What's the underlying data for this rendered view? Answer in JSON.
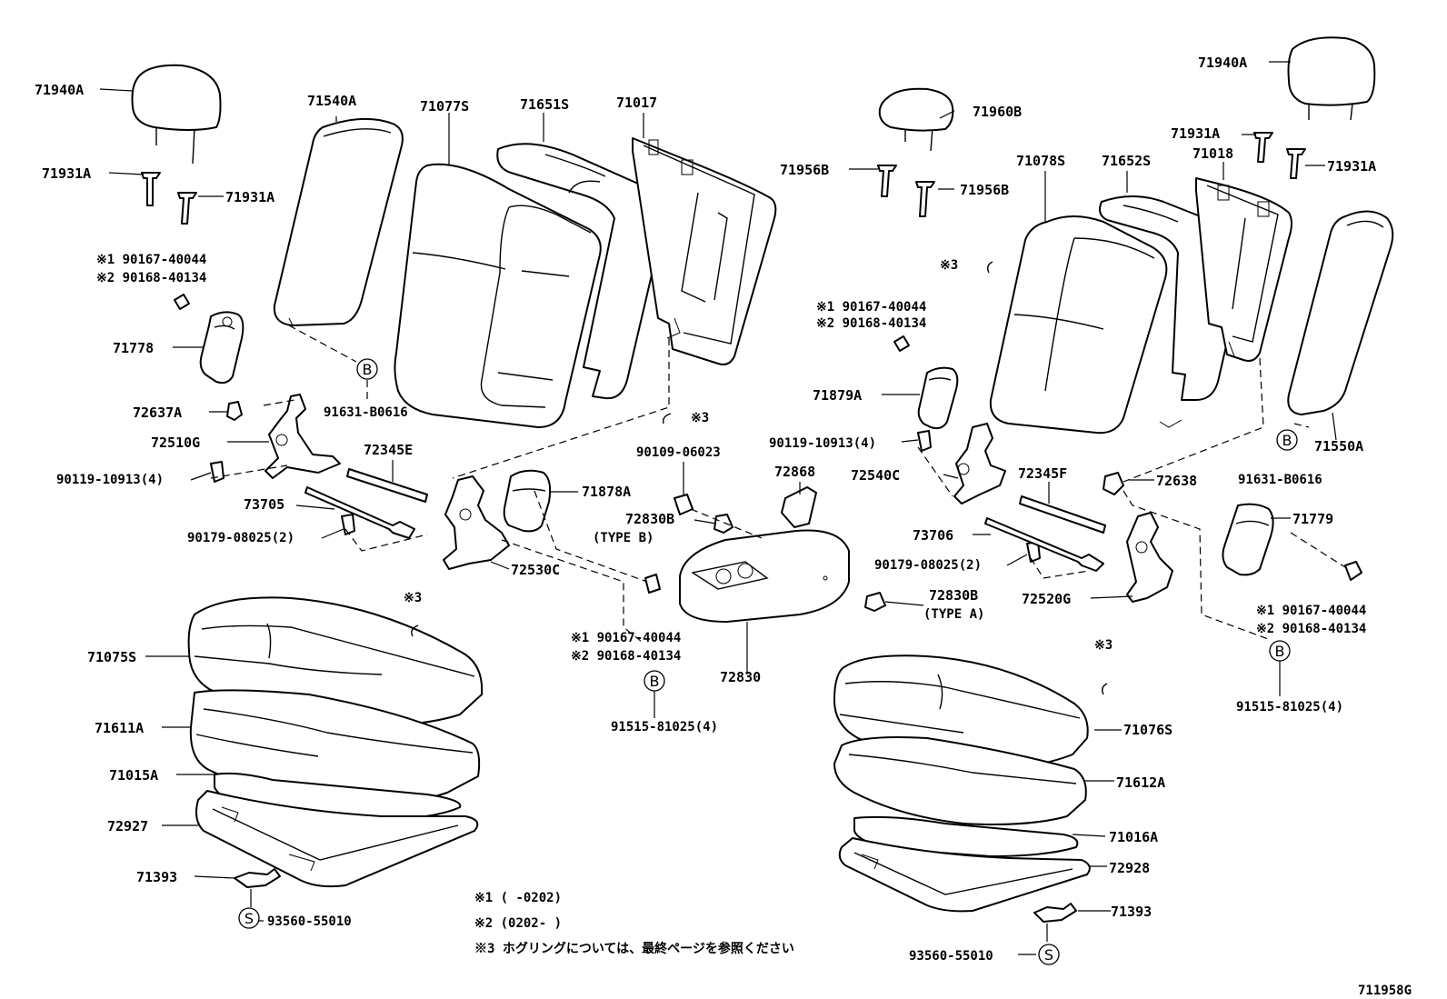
{
  "labels": {
    "p71940a_l": "71940A",
    "p71931a_l1": "71931A",
    "p71931a_l2": "71931A",
    "p90167_l1": "※1 90167-40044",
    "p90168_l1": "※2 90168-40134",
    "p71778": "71778",
    "p71540a": "71540A",
    "p71077s": "71077S",
    "p71651s": "71651S",
    "p71017": "71017",
    "p91631_l": "91631-B0616",
    "p72637a": "72637A",
    "p72510g": "72510G",
    "p90119_l": "90119-10913(4)",
    "p72345e": "72345E",
    "p73705": "73705",
    "p90179_l": "90179-08025(2)",
    "p72530c": "72530C",
    "p71878a": "71878A",
    "p90109": "90109-06023",
    "p72830b_b": "72830B",
    "type_b": "(TYPE B)",
    "p72868": "72868",
    "p72830b_a": "72830B",
    "type_a": "(TYPE A)",
    "p72830": "72830",
    "p90167_c": "※1 90167-40044",
    "p90168_c": "※2 90168-40134",
    "p91515_c": "91515-81025(4)",
    "p71075s": "71075S",
    "p71611a": "71611A",
    "p71015a": "71015A",
    "p72927": "72927",
    "p71393_l": "71393",
    "p93560_l": "93560-55010",
    "p71960b": "71960B",
    "p71956b_1": "71956B",
    "p71956b_2": "71956B",
    "p90167_m": "※1 90167-40044",
    "p90168_m": "※2 90168-40134",
    "p71879a": "71879A",
    "p90119_m": "90119-10913(4)",
    "p72540c": "72540C",
    "p73706": "73706",
    "p90179_m": "90179-08025(2)",
    "p72345f": "72345F",
    "p72520g": "72520G",
    "p71078s": "71078S",
    "p71652s": "71652S",
    "p71018": "71018",
    "p71940a_r": "71940A",
    "p71931a_r1": "71931A",
    "p71931a_r2": "71931A",
    "p72638": "72638",
    "p71779": "71779",
    "p90167_r": "※1 90167-40044",
    "p90168_r": "※2 90168-40134",
    "p91515_r": "91515-81025(4)",
    "p91631_r": "91631-B0616",
    "p71550a": "71550A",
    "p71076s": "71076S",
    "p71612a": "71612A",
    "p71016a": "71016A",
    "p72928": "72928",
    "p71393_r": "71393",
    "p93560_r": "93560-55010",
    "ref3_a": "※3",
    "ref3_b": "※3",
    "ref3_c": "※3",
    "ref3_d": "※3"
  },
  "circle_markers": {
    "b": "B",
    "s": "S"
  },
  "footnotes": {
    "n1": "※1 (      -0202)",
    "n2": "※2 (0202-      )",
    "n3": "※3 ホグリングについては、最終ページを参照ください"
  },
  "figure_id": "711958G"
}
